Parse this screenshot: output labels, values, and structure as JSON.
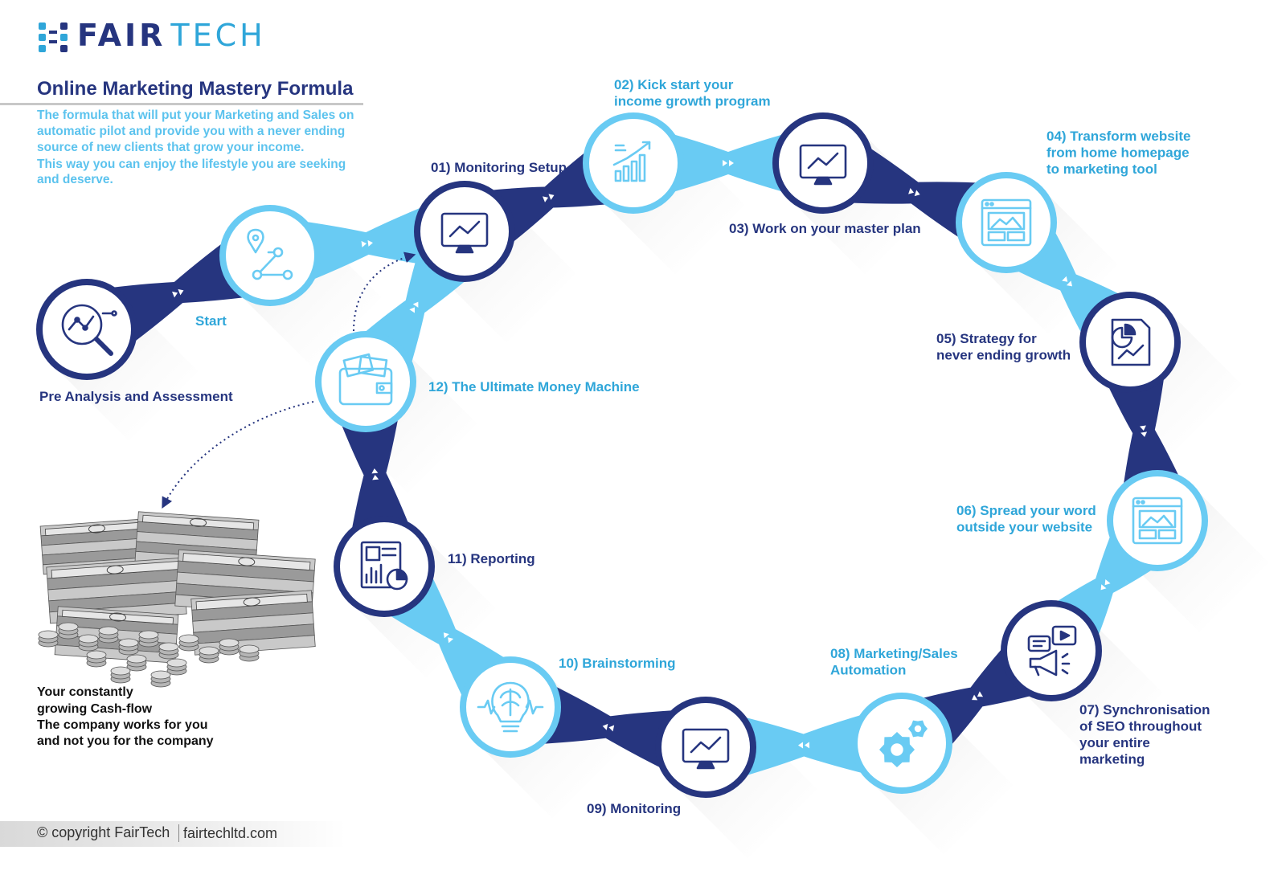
{
  "brand": {
    "part1": "FAIR",
    "part2": "TECH"
  },
  "title": "Online Marketing Mastery Formula",
  "intro_lines": [
    "The formula that will put your Marketing and Sales on",
    "automatic pilot and provide you with a never ending",
    "source of new clients that grow your income.",
    "This way you can enjoy the lifestyle you are seeking",
    "and deserve."
  ],
  "colors": {
    "dark": "#26357f",
    "light": "#69cbf3",
    "label_light": "#2fa6d9",
    "intro": "#5cc3ee"
  },
  "steps": [
    {
      "id": "pre",
      "style": "dark",
      "icon": "analysis-magnifier-icon",
      "label": [
        "Pre Analysis and Assessment"
      ]
    },
    {
      "id": "start",
      "style": "light",
      "icon": "route-pin-icon",
      "label": [
        "Start"
      ]
    },
    {
      "id": "s01",
      "style": "dark",
      "icon": "monitor-chart-icon",
      "label": [
        "01) Monitoring Setup"
      ]
    },
    {
      "id": "s02",
      "style": "light",
      "icon": "growth-chart-icon",
      "label": [
        "02) Kick start your",
        "income growth program"
      ]
    },
    {
      "id": "s03",
      "style": "dark",
      "icon": "monitor-chart-icon",
      "label": [
        "03) Work on your master plan"
      ]
    },
    {
      "id": "s04",
      "style": "light",
      "icon": "website-layout-icon",
      "label": [
        "04) Transform website",
        "from home homepage",
        "to marketing tool"
      ]
    },
    {
      "id": "s05",
      "style": "dark",
      "icon": "strategy-document-icon",
      "label": [
        "05) Strategy for",
        "never ending growth"
      ]
    },
    {
      "id": "s06",
      "style": "light",
      "icon": "website-layout-icon",
      "label": [
        "06) Spread your word",
        "outside your website"
      ]
    },
    {
      "id": "s07",
      "style": "dark",
      "icon": "megaphone-video-icon",
      "label": [
        "07) Synchronisation",
        "of SEO throughout",
        "your entire",
        "marketing"
      ]
    },
    {
      "id": "s08",
      "style": "light",
      "icon": "gears-icon",
      "label": [
        "08) Marketing/Sales",
        "Automation"
      ]
    },
    {
      "id": "s09",
      "style": "dark",
      "icon": "monitor-chart-icon",
      "label": [
        "09) Monitoring"
      ]
    },
    {
      "id": "s10",
      "style": "light",
      "icon": "lightbulb-brain-icon",
      "label": [
        "10) Brainstorming"
      ]
    },
    {
      "id": "s11",
      "style": "dark",
      "icon": "report-document-icon",
      "label": [
        "11) Reporting"
      ]
    },
    {
      "id": "s12",
      "style": "light",
      "icon": "wallet-money-icon",
      "label": [
        "12) The Ultimate Money Machine"
      ]
    }
  ],
  "cashflow_lines": [
    "Your constantly",
    "growing Cash-flow",
    "The company works for you",
    "and not you for the company"
  ],
  "money_image": "money-pile-icon",
  "footer": {
    "copyright": "© copyright FairTech",
    "website": "fairtechltd.com"
  }
}
